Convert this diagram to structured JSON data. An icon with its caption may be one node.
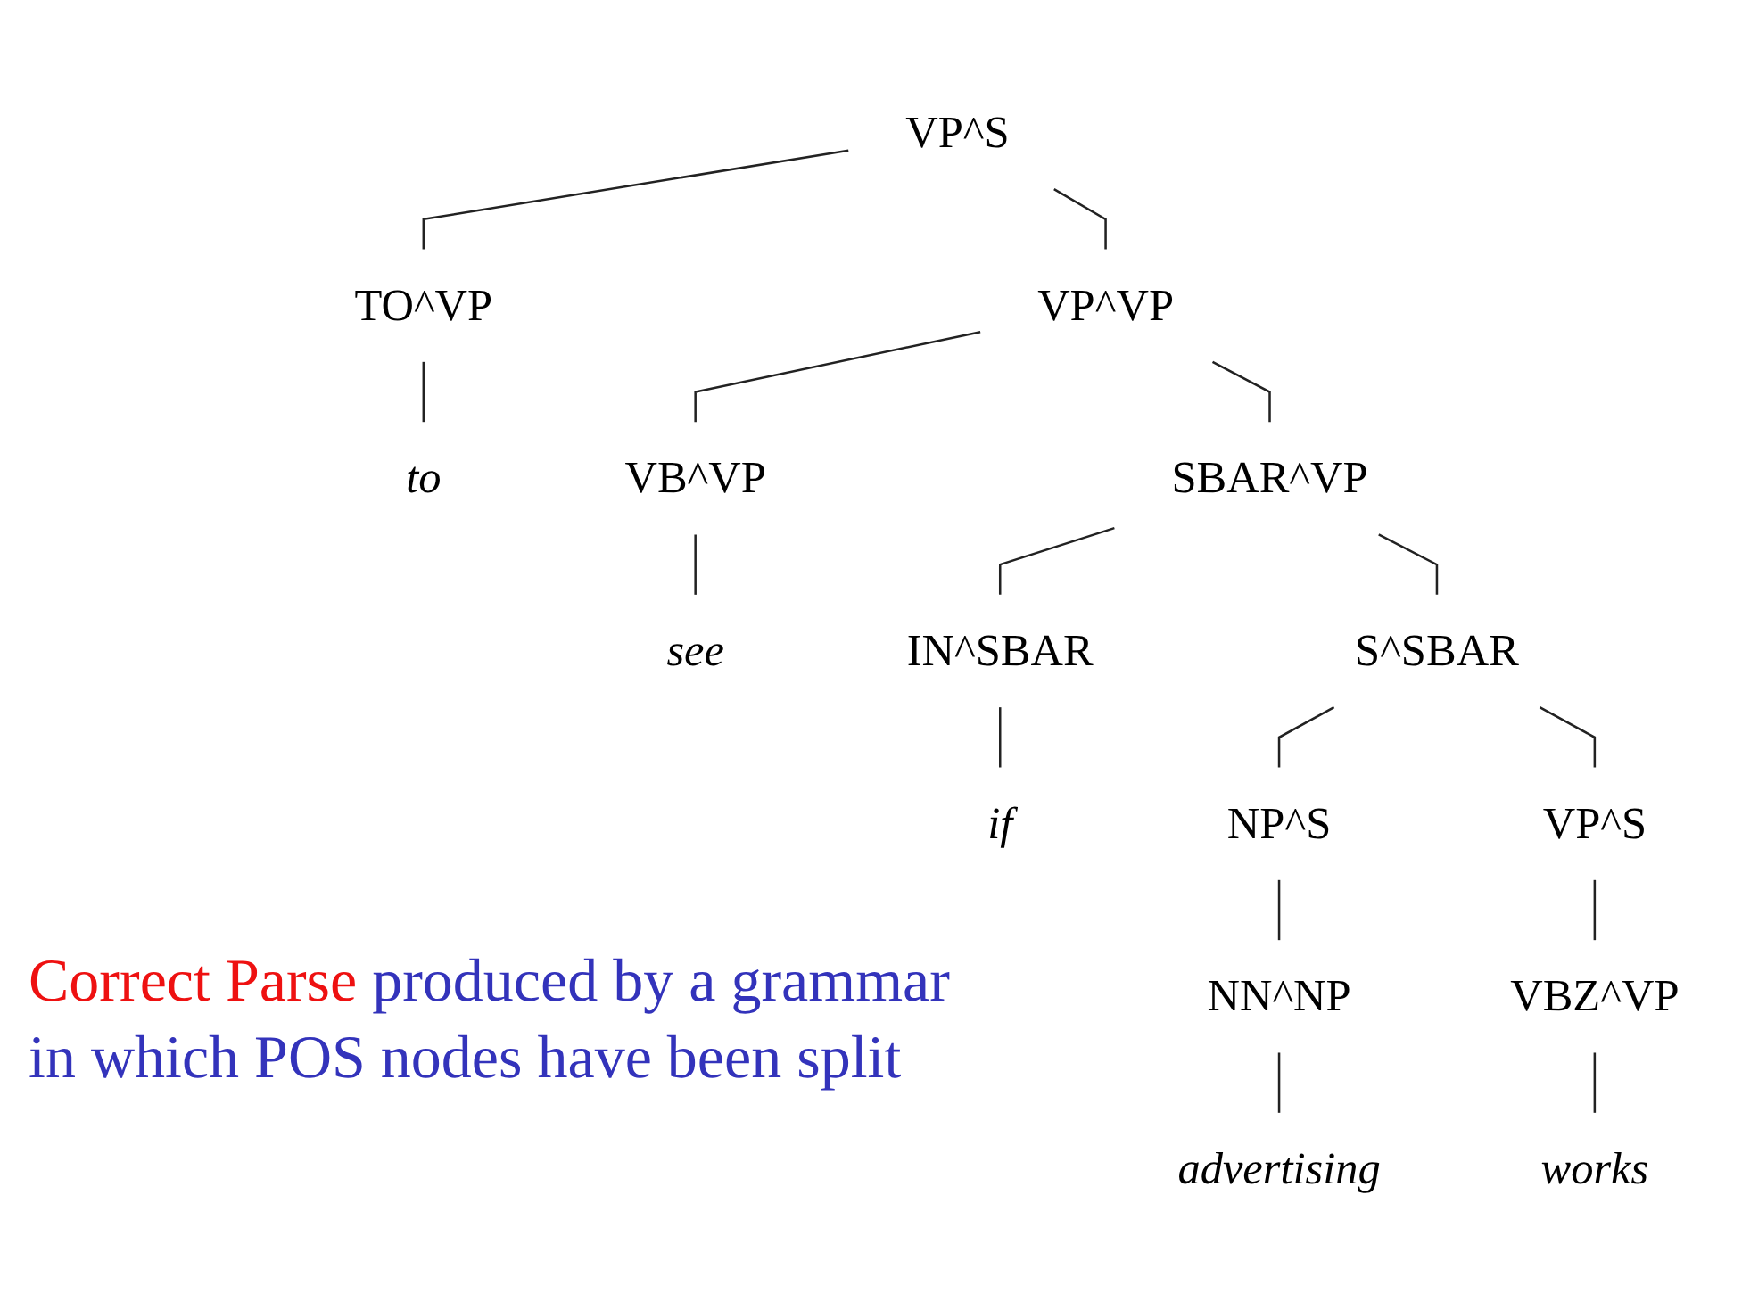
{
  "diagram": {
    "nodes": [
      {
        "text": [
          "VP^S"
        ]
      },
      {
        "text": [
          "TO^VP"
        ]
      },
      {
        "text": [
          "VP^VP"
        ]
      },
      {
        "text": [
          "to"
        ]
      },
      {
        "text": [
          "VB^VP"
        ]
      },
      {
        "text": [
          "SBAR^VP"
        ]
      },
      {
        "text": [
          "see"
        ]
      },
      {
        "text": [
          "IN^SBAR"
        ]
      },
      {
        "text": [
          "S^SBAR"
        ]
      },
      {
        "text": [
          "if"
        ]
      },
      {
        "text": [
          "NP^S"
        ]
      },
      {
        "text": [
          "VP^S"
        ]
      },
      {
        "text": [
          "NN^NP"
        ]
      },
      {
        "text": [
          "VBZ^VP"
        ]
      },
      {
        "text": [
          "advertising"
        ]
      },
      {
        "text": [
          "works"
        ]
      }
    ],
    "edges": [
      {
        "from": 0,
        "to": 1,
        "arrow": "none"
      },
      {
        "from": 0,
        "to": 2,
        "arrow": "none"
      },
      {
        "from": 1,
        "to": 3,
        "arrow": "none"
      },
      {
        "from": 2,
        "to": 4,
        "arrow": "none"
      },
      {
        "from": 2,
        "to": 5,
        "arrow": "none"
      },
      {
        "from": 4,
        "to": 6,
        "arrow": "none"
      },
      {
        "from": 5,
        "to": 7,
        "arrow": "none"
      },
      {
        "from": 5,
        "to": 8,
        "arrow": "none"
      },
      {
        "from": 7,
        "to": 9,
        "arrow": "none"
      },
      {
        "from": 8,
        "to": 10,
        "arrow": "none"
      },
      {
        "from": 8,
        "to": 11,
        "arrow": "none"
      },
      {
        "from": 10,
        "to": 12,
        "arrow": "none"
      },
      {
        "from": 11,
        "to": 13,
        "arrow": "none"
      },
      {
        "from": 12,
        "to": 14,
        "arrow": "none"
      },
      {
        "from": 13,
        "to": 15,
        "arrow": "none"
      }
    ],
    "labels": [
      "Correct Parse",
      "produced by a grammar in which POS nodes have been split"
    ]
  }
}
